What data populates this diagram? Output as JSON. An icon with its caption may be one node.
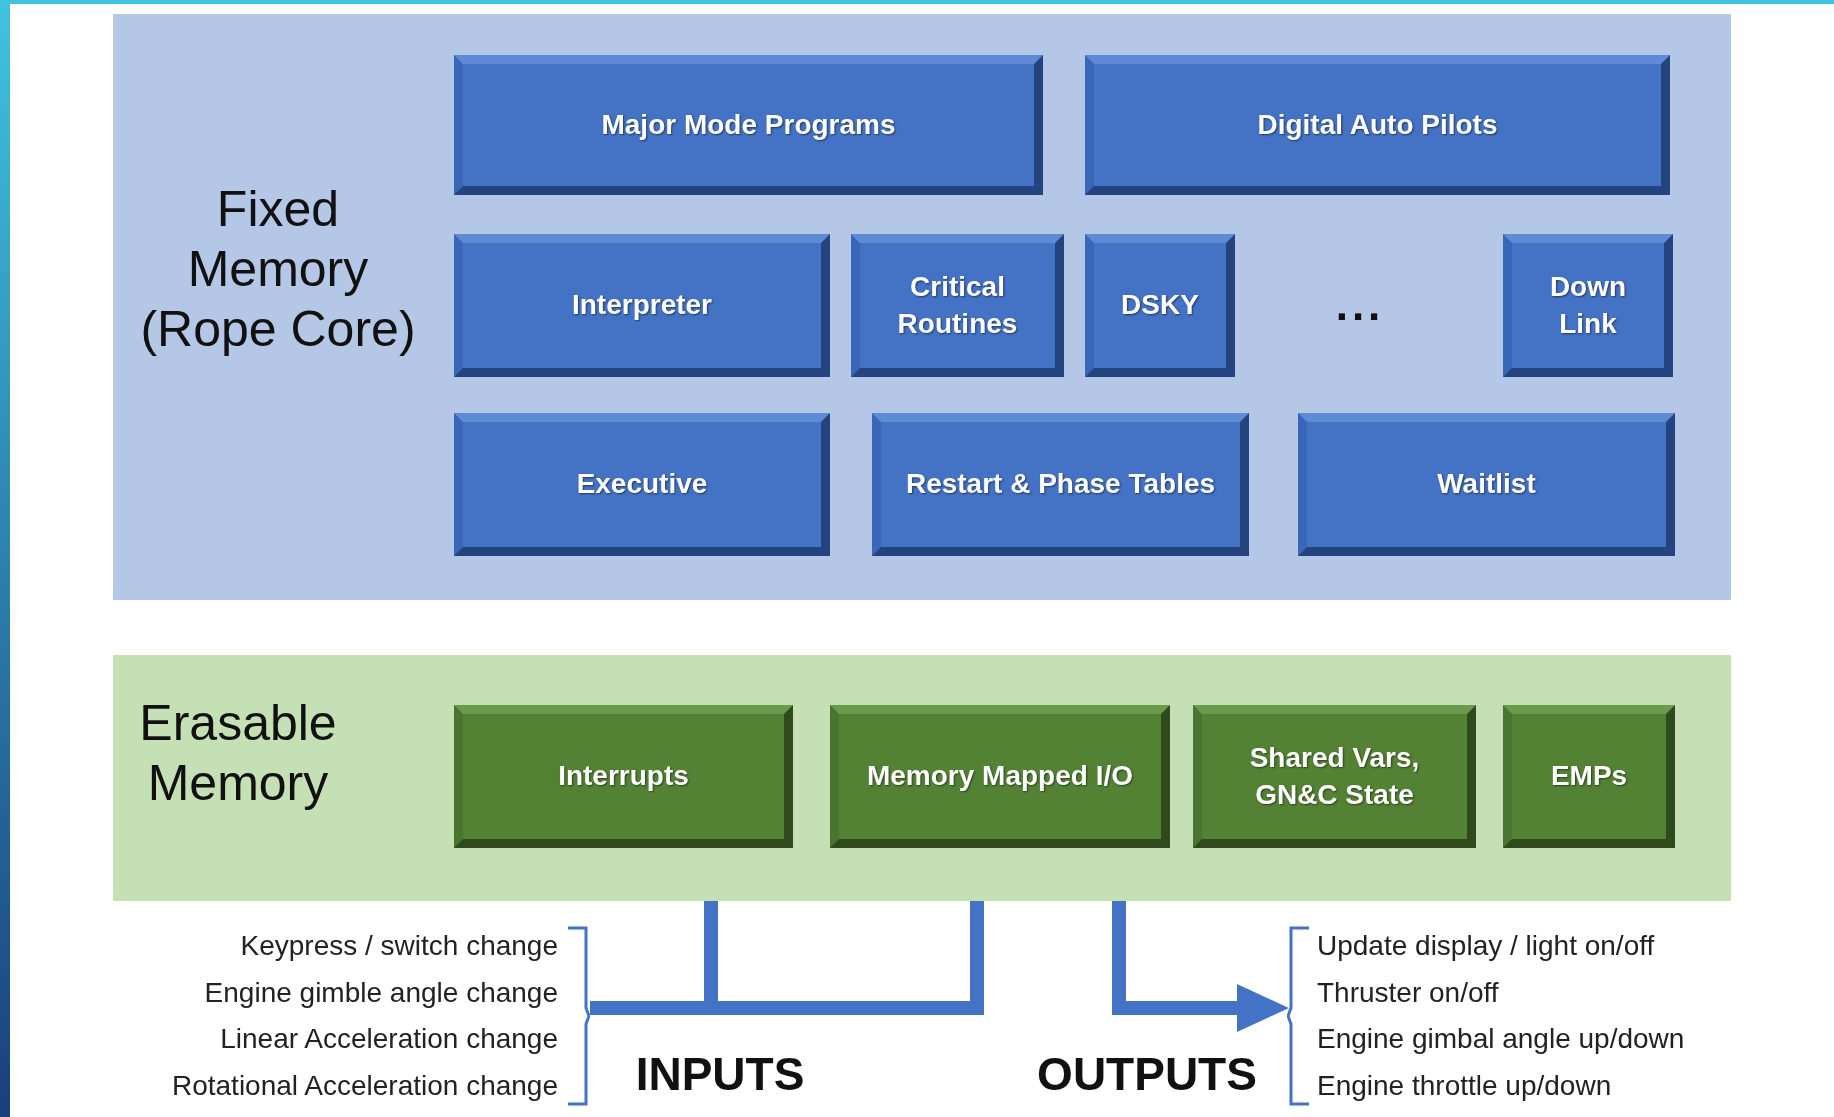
{
  "diagram": {
    "nodes": [
      {
        "text": [
          "Fixed Memory (Rope Core)"
        ]
      },
      {
        "text": [
          "Major Mode Programs"
        ],
        "in": 0
      },
      {
        "text": [
          "Digital Auto Pilots"
        ],
        "in": 0
      },
      {
        "text": [
          "Interpreter"
        ],
        "in": 0
      },
      {
        "text": [
          "Critical Routines"
        ],
        "in": 0
      },
      {
        "text": [
          "DSKY"
        ],
        "in": 0
      },
      {
        "text": [
          "Down Link"
        ],
        "in": 0
      },
      {
        "text": [
          "Executive"
        ],
        "in": 0
      },
      {
        "text": [
          "Restart & Phase Tables"
        ],
        "in": 0
      },
      {
        "text": [
          "Waitlist"
        ],
        "in": 0
      },
      {
        "text": [
          "Erasable Memory"
        ]
      },
      {
        "text": [
          "Interrupts"
        ],
        "in": 10
      },
      {
        "text": [
          "Memory Mapped I/O"
        ],
        "in": 10
      },
      {
        "text": [
          "Shared Vars, GN&C State"
        ],
        "in": 10
      },
      {
        "text": [
          "EMPs"
        ],
        "in": 10
      },
      {
        "text": [
          "Keypress / switch change",
          "Engine gimble angle change",
          "Linear Acceleration change",
          "Rotational Acceleration change"
        ]
      },
      {
        "text": [
          "Update display / light on/off",
          "Thruster on/off",
          "Engine gimbal angle up/down",
          "Engine throttle up/down"
        ]
      }
    ],
    "edges": [
      {
        "from": 15,
        "to": 11,
        "arrow": "to"
      },
      {
        "from": 15,
        "to": 12,
        "arrow": "to"
      },
      {
        "from": 12,
        "to": 16,
        "arrow": "to"
      }
    ],
    "labels": [
      "...",
      "INPUTS",
      "OUTPUTS"
    ]
  }
}
